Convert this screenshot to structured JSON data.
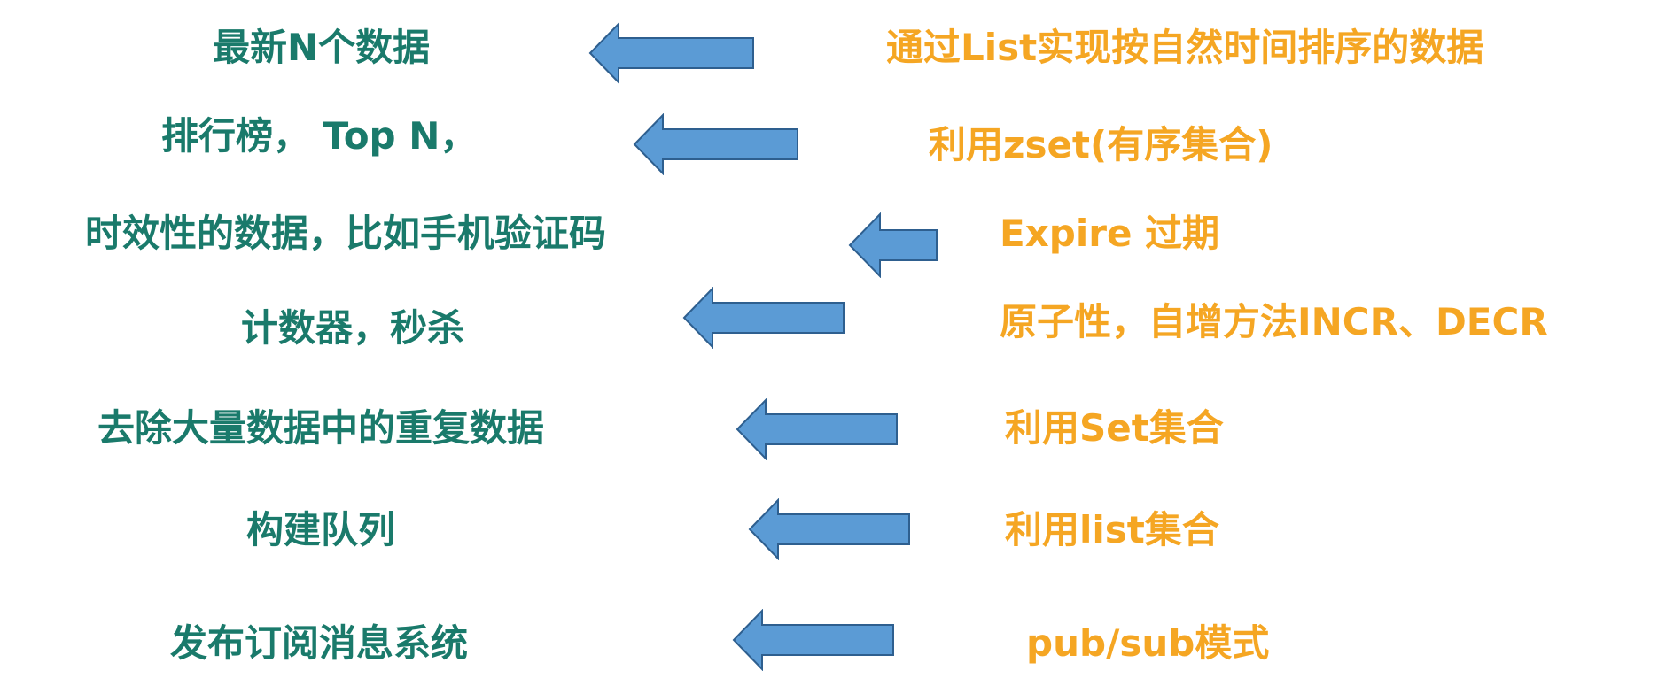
{
  "colors": {
    "use_case_text": "#1a7a6b",
    "solution_text": "#f5a623",
    "arrow_fill": "#5b9bd5",
    "arrow_stroke": "#2e5f8f"
  },
  "arrow_icon": "left-arrow-icon",
  "rows": [
    {
      "use_case": "最新N个数据",
      "solution": "通过List实现按自然时间排序的数据"
    },
    {
      "use_case": "排行榜， Top N，",
      "solution": "利用zset(有序集合)"
    },
    {
      "use_case": "时效性的数据，比如手机验证码",
      "solution": "Expire 过期"
    },
    {
      "use_case": "计数器，秒杀",
      "solution": "原子性，自增方法INCR、DECR"
    },
    {
      "use_case": "去除大量数据中的重复数据",
      "solution": "利用Set集合"
    },
    {
      "use_case": "构建队列",
      "solution": "利用list集合"
    },
    {
      "use_case": "发布订阅消息系统",
      "solution": "pub/sub模式"
    }
  ]
}
